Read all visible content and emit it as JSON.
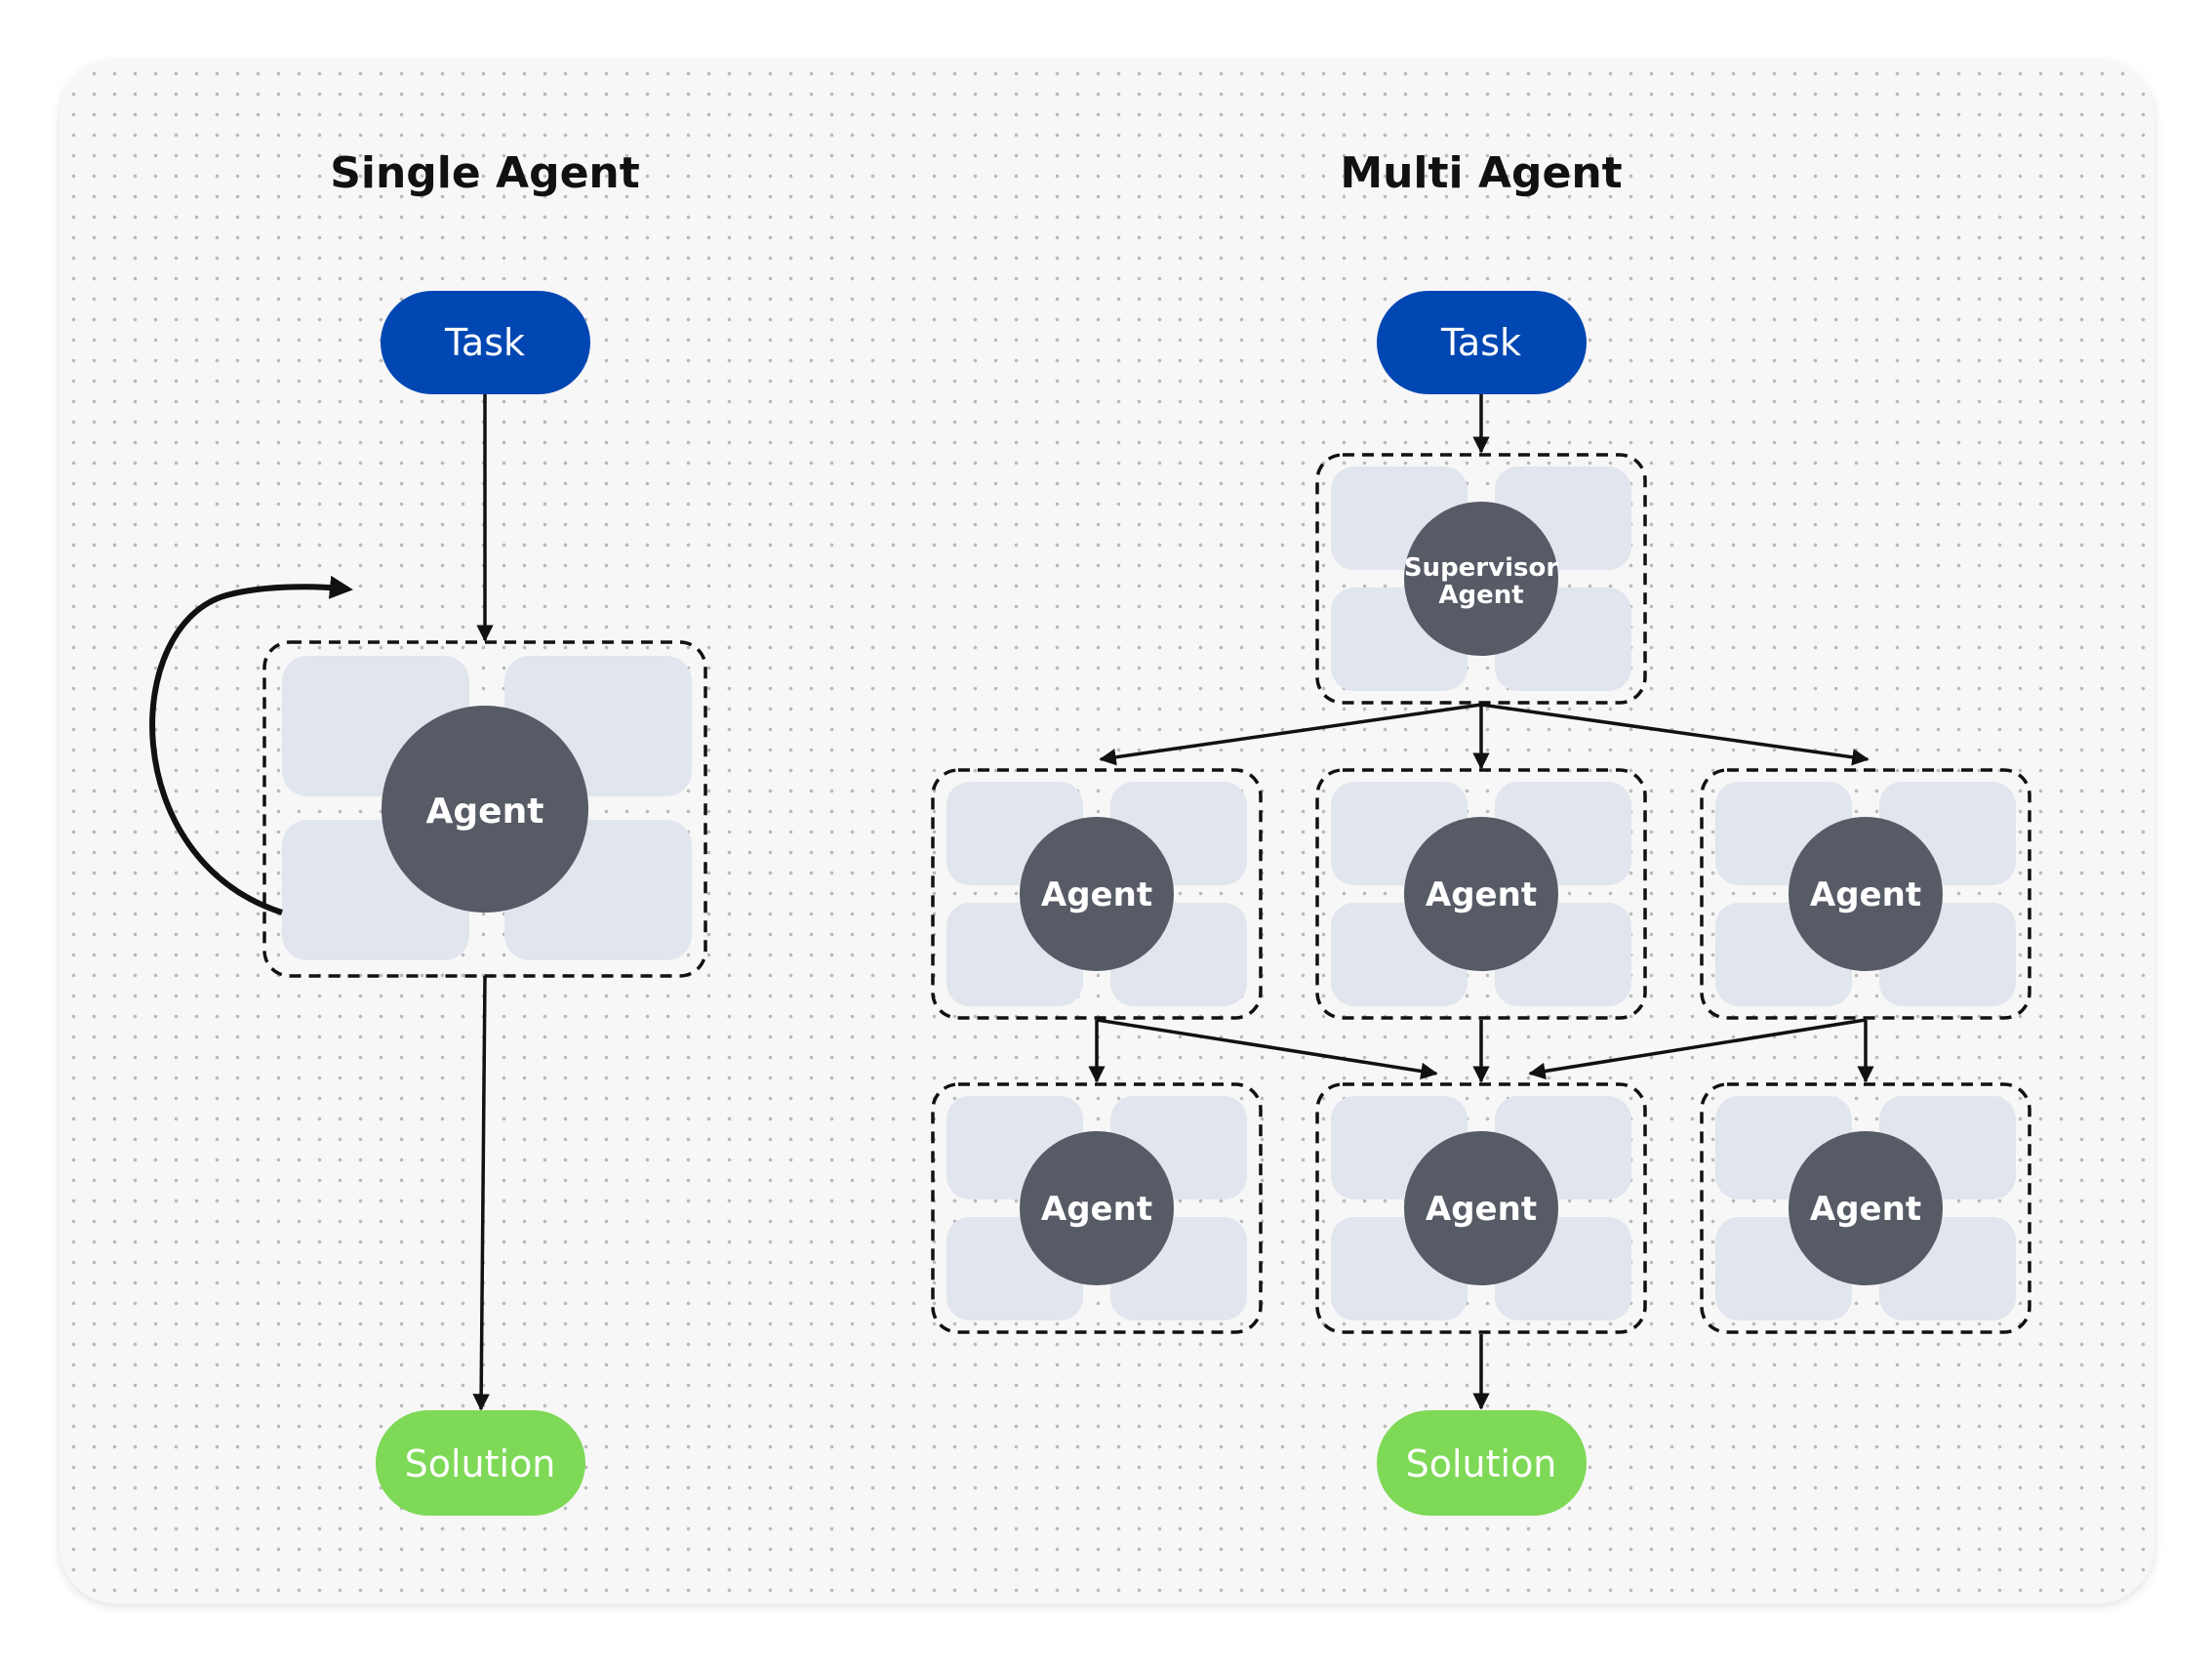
{
  "single_agent": {
    "title": "Single Agent",
    "task_label": "Task",
    "agent_label": "Agent",
    "solution_label": "Solution"
  },
  "multi_agent": {
    "title": "Multi Agent",
    "task_label": "Task",
    "supervisor_label_line1": "Supervisor",
    "supervisor_label_line2": "Agent",
    "agents_row1": [
      "Agent",
      "Agent",
      "Agent"
    ],
    "agents_row2": [
      "Agent",
      "Agent",
      "Agent"
    ],
    "solution_label": "Solution"
  },
  "colors": {
    "task": "#0047b3",
    "solution": "#7ed957",
    "agent_circle": "#575b66",
    "agent_tile": "#e1e5ed",
    "stroke": "#111111"
  }
}
